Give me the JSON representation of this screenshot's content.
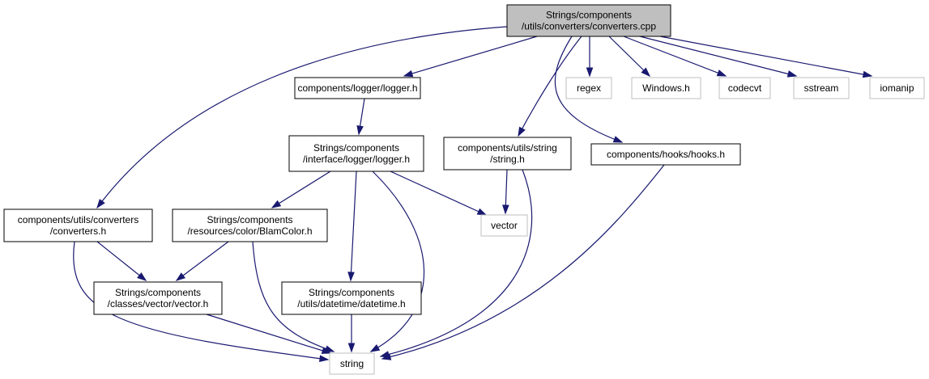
{
  "diagram": {
    "title": "",
    "colors": {
      "edge": "#191970",
      "root_fill": "#bfbfbf",
      "node_fill": "#ffffff",
      "solid_border": "#000000",
      "external_border": "#bfbfbf"
    },
    "nodes": [
      {
        "id": "converters_cpp",
        "lines": [
          "Strings/components",
          "/utils/converters/converters.cpp"
        ],
        "style": "root"
      },
      {
        "id": "logger_h",
        "lines": [
          "components/logger/logger.h"
        ],
        "style": "solid"
      },
      {
        "id": "regex",
        "lines": [
          "regex"
        ],
        "style": "external"
      },
      {
        "id": "windows_h",
        "lines": [
          "Windows.h"
        ],
        "style": "external"
      },
      {
        "id": "codecvt",
        "lines": [
          "codecvt"
        ],
        "style": "external"
      },
      {
        "id": "sstream",
        "lines": [
          "sstream"
        ],
        "style": "external"
      },
      {
        "id": "iomanip",
        "lines": [
          "iomanip"
        ],
        "style": "external"
      },
      {
        "id": "iface_logger_h",
        "lines": [
          "Strings/components",
          "/interface/logger/logger.h"
        ],
        "style": "solid"
      },
      {
        "id": "string_h",
        "lines": [
          "components/utils/string",
          "/string.h"
        ],
        "style": "solid"
      },
      {
        "id": "hooks_h",
        "lines": [
          "components/hooks/hooks.h"
        ],
        "style": "solid"
      },
      {
        "id": "converters_h",
        "lines": [
          "components/utils/converters",
          "/converters.h"
        ],
        "style": "solid"
      },
      {
        "id": "blamcolor_h",
        "lines": [
          "Strings/components",
          "/resources/color/BlamColor.h"
        ],
        "style": "solid"
      },
      {
        "id": "vector_std",
        "lines": [
          "vector"
        ],
        "style": "external"
      },
      {
        "id": "vector_h",
        "lines": [
          "Strings/components",
          "/classes/vector/vector.h"
        ],
        "style": "solid"
      },
      {
        "id": "datetime_h",
        "lines": [
          "Strings/components",
          "/utils/datetime/datetime.h"
        ],
        "style": "solid"
      },
      {
        "id": "string_std",
        "lines": [
          "string"
        ],
        "style": "external"
      }
    ],
    "edges": [
      [
        "converters_cpp",
        "logger_h"
      ],
      [
        "converters_cpp",
        "regex"
      ],
      [
        "converters_cpp",
        "windows_h"
      ],
      [
        "converters_cpp",
        "codecvt"
      ],
      [
        "converters_cpp",
        "sstream"
      ],
      [
        "converters_cpp",
        "iomanip"
      ],
      [
        "converters_cpp",
        "converters_h"
      ],
      [
        "converters_cpp",
        "string_h"
      ],
      [
        "converters_cpp",
        "hooks_h"
      ],
      [
        "logger_h",
        "iface_logger_h"
      ],
      [
        "iface_logger_h",
        "blamcolor_h"
      ],
      [
        "iface_logger_h",
        "vector_std"
      ],
      [
        "iface_logger_h",
        "datetime_h"
      ],
      [
        "iface_logger_h",
        "string_std"
      ],
      [
        "string_h",
        "vector_std"
      ],
      [
        "string_h",
        "string_std"
      ],
      [
        "hooks_h",
        "string_std"
      ],
      [
        "converters_h",
        "vector_h"
      ],
      [
        "converters_h",
        "string_std"
      ],
      [
        "blamcolor_h",
        "vector_h"
      ],
      [
        "blamcolor_h",
        "string_std"
      ],
      [
        "vector_h",
        "string_std"
      ],
      [
        "datetime_h",
        "string_std"
      ]
    ]
  }
}
